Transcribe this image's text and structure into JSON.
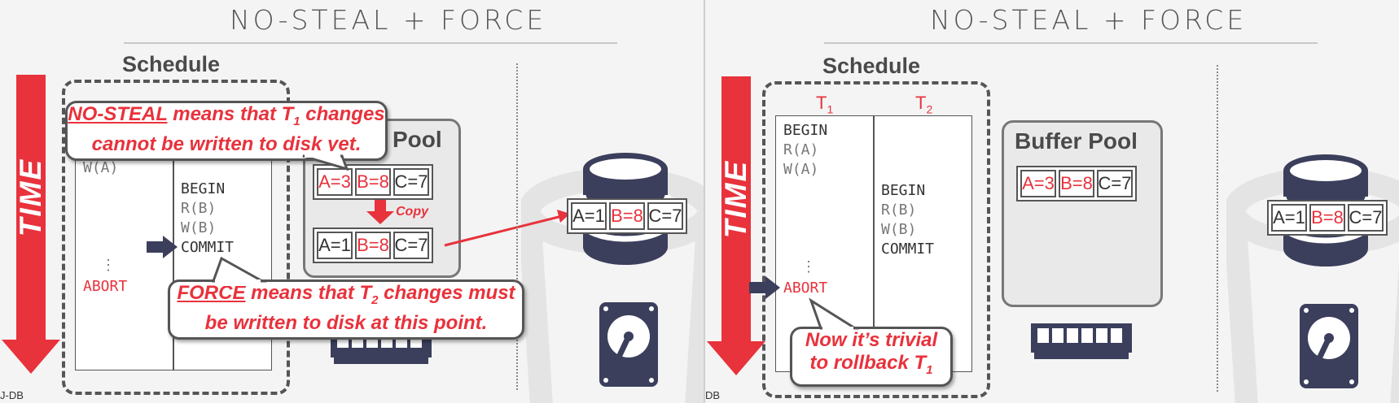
{
  "slides": [
    {
      "title": "NO-STEAL + FORCE",
      "time_label": "TIME",
      "schedule_label": "Schedule",
      "buffer_pool_label": "Pool",
      "t1_ops": [
        "W(A)"
      ],
      "t2_ops": [
        "BEGIN",
        "R(B)",
        "W(B)",
        "COMMIT"
      ],
      "ellipsis": "⋮",
      "abort": "ABORT",
      "buffer_cells": [
        "A=3",
        "B=8",
        "C=7"
      ],
      "copy_label": "Copy",
      "copy_cells": [
        "A=1",
        "B=8",
        "C=7"
      ],
      "disk_cells": [
        "A=1",
        "B=8",
        "C=7"
      ],
      "callout_nosteal": {
        "term": "NO-STEAL",
        "rest1": " means that T",
        "sub": "1",
        "rest2": " changes",
        "line2": "cannot be written to disk yet."
      },
      "callout_force": {
        "term": "FORCE",
        "rest1": " means that T",
        "sub": "2",
        "rest2": " changes must",
        "line2": "be written to disk at this point."
      },
      "footer": "J-DB"
    },
    {
      "title": "NO-STEAL + FORCE",
      "time_label": "TIME",
      "schedule_label": "Schedule",
      "t1_head": "T",
      "t1_sub": "1",
      "t2_head": "T",
      "t2_sub": "2",
      "t1_ops": [
        "BEGIN",
        "R(A)",
        "W(A)"
      ],
      "t2_ops": [
        "BEGIN",
        "R(B)",
        "W(B)",
        "COMMIT"
      ],
      "ellipsis": "⋮",
      "abort": "ABORT",
      "buffer_pool_label": "Buffer Pool",
      "buffer_cells": [
        "A=3",
        "B=8",
        "C=7"
      ],
      "disk_cells": [
        "A=1",
        "B=8",
        "C=7"
      ],
      "callout_rollback": {
        "line1": "Now it’s trivial",
        "line2": "to rollback T",
        "sub": "1"
      },
      "footer": "DB"
    }
  ],
  "colors": {
    "accent_red": "#e8323c",
    "dark_navy": "#3b3f5c",
    "border_gray": "#555555"
  }
}
